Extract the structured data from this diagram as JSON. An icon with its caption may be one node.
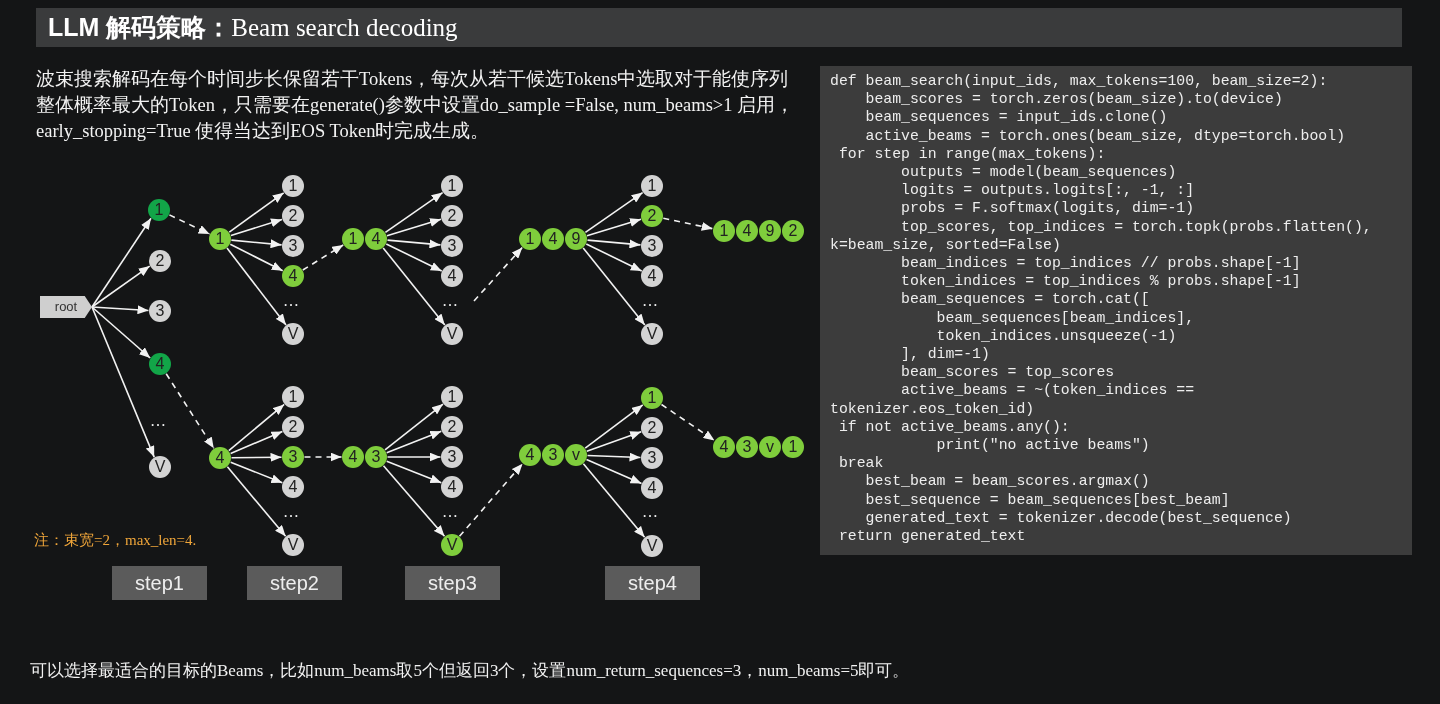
{
  "diagram": {
    "title": "**LLM 解码策略：**Beam search decoding",
    "nodes": [
      {
        "text": [
          "root"
        ]
      },
      {
        "text": [
          "1"
        ]
      },
      {
        "text": [
          "2"
        ]
      },
      {
        "text": [
          "3"
        ]
      },
      {
        "text": [
          "4"
        ]
      },
      {
        "text": [
          "V"
        ]
      },
      {
        "text": [
          "1"
        ]
      },
      {
        "text": [
          "1"
        ]
      },
      {
        "text": [
          "2"
        ]
      },
      {
        "text": [
          "3"
        ]
      },
      {
        "text": [
          "4"
        ]
      },
      {
        "text": [
          "V"
        ]
      },
      {
        "text": [
          "1",
          "4"
        ]
      },
      {
        "text": [
          "1"
        ]
      },
      {
        "text": [
          "2"
        ]
      },
      {
        "text": [
          "3"
        ]
      },
      {
        "text": [
          "4"
        ]
      },
      {
        "text": [
          "V"
        ]
      },
      {
        "text": [
          "1",
          "4",
          "9"
        ]
      },
      {
        "text": [
          "1"
        ]
      },
      {
        "text": [
          "2"
        ]
      },
      {
        "text": [
          "3"
        ]
      },
      {
        "text": [
          "4"
        ]
      },
      {
        "text": [
          "V"
        ]
      },
      {
        "text": [
          "1",
          "4",
          "9",
          "2"
        ]
      },
      {
        "text": [
          "4"
        ]
      },
      {
        "text": [
          "1"
        ]
      },
      {
        "text": [
          "2"
        ]
      },
      {
        "text": [
          "3"
        ]
      },
      {
        "text": [
          "4"
        ]
      },
      {
        "text": [
          "V"
        ]
      },
      {
        "text": [
          "4",
          "3"
        ]
      },
      {
        "text": [
          "1"
        ]
      },
      {
        "text": [
          "2"
        ]
      },
      {
        "text": [
          "3"
        ]
      },
      {
        "text": [
          "4"
        ]
      },
      {
        "text": [
          "V"
        ]
      },
      {
        "text": [
          "4",
          "3",
          "v"
        ]
      },
      {
        "text": [
          "1"
        ]
      },
      {
        "text": [
          "2"
        ]
      },
      {
        "text": [
          "3"
        ]
      },
      {
        "text": [
          "4"
        ]
      },
      {
        "text": [
          "V"
        ]
      },
      {
        "text": [
          "4",
          "3",
          "v",
          "1"
        ]
      },
      {
        "text": [
          "step1"
        ]
      },
      {
        "text": [
          "step2"
        ]
      },
      {
        "text": [
          "step3"
        ]
      },
      {
        "text": [
          "step4"
        ]
      },
      {
        "text": [
          "def beam_search(input_ids, max_tokens=100, beam_size=2):",
          "beam_scores = torch.zeros(beam_size).to(device)",
          "beam_sequences = input_ids.clone()",
          "active_beams = torch.ones(beam_size, dtype=torch.bool)",
          "for step in range(max_tokens):",
          "outputs = model(beam_sequences)",
          "logits = outputs.logits[:, -1, :]",
          "probs = F.softmax(logits, dim=-1)",
          "top_scores, top_indices = torch.topk(probs.flatten(), k=beam_size, sorted=False)",
          "beam_indices = top_indices // probs.shape[-1]",
          "token_indices = top_indices % probs.shape[-1]",
          "beam_sequences = torch.cat([",
          "beam_sequences[beam_indices],",
          "token_indices.unsqueeze(-1)",
          "], dim=-1)",
          "beam_scores = top_scores",
          "active_beams = ~(token_indices == tokenizer.eos_token_id)",
          "if not active_beams.any():",
          "print(\"no active beams\")",
          "break",
          "best_beam = beam_scores.argmax()",
          "best_sequence = beam_sequences[best_beam]",
          "generated_text = tokenizer.decode(best_sequence)",
          "return generated_text"
        ]
      }
    ],
    "edges": [
      {
        "from": 0,
        "to": 1,
        "arrow": "to"
      },
      {
        "from": 0,
        "to": 2,
        "arrow": "to"
      },
      {
        "from": 0,
        "to": 3,
        "arrow": "to"
      },
      {
        "from": 0,
        "to": 4,
        "arrow": "to"
      },
      {
        "from": 0,
        "to": 5,
        "arrow": "to"
      },
      {
        "from": 1,
        "to": 6,
        "arrow": "to",
        "style": "dashed"
      },
      {
        "from": 4,
        "to": 25,
        "arrow": "to",
        "style": "dashed"
      },
      {
        "from": 6,
        "to": 7,
        "arrow": "to"
      },
      {
        "from": 6,
        "to": 8,
        "arrow": "to"
      },
      {
        "from": 6,
        "to": 9,
        "arrow": "to"
      },
      {
        "from": 6,
        "to": 10,
        "arrow": "to"
      },
      {
        "from": 6,
        "to": 11,
        "arrow": "to"
      },
      {
        "from": 10,
        "to": 12,
        "arrow": "to",
        "style": "dashed"
      },
      {
        "from": 12,
        "to": 13,
        "arrow": "to"
      },
      {
        "from": 12,
        "to": 14,
        "arrow": "to"
      },
      {
        "from": 12,
        "to": 15,
        "arrow": "to"
      },
      {
        "from": 12,
        "to": 16,
        "arrow": "to"
      },
      {
        "from": 12,
        "to": 17,
        "arrow": "to"
      },
      {
        "from": null,
        "to": 18,
        "arrow": "to",
        "style": "dashed"
      },
      {
        "from": 18,
        "to": 19,
        "arrow": "to"
      },
      {
        "from": 18,
        "to": 20,
        "arrow": "to"
      },
      {
        "from": 18,
        "to": 21,
        "arrow": "to"
      },
      {
        "from": 18,
        "to": 22,
        "arrow": "to"
      },
      {
        "from": 18,
        "to": 23,
        "arrow": "to"
      },
      {
        "from": 20,
        "to": 24,
        "arrow": "to",
        "style": "dashed"
      },
      {
        "from": 25,
        "to": 26,
        "arrow": "to"
      },
      {
        "from": 25,
        "to": 27,
        "arrow": "to"
      },
      {
        "from": 25,
        "to": 28,
        "arrow": "to"
      },
      {
        "from": 25,
        "to": 29,
        "arrow": "to"
      },
      {
        "from": 25,
        "to": 30,
        "arrow": "to"
      },
      {
        "from": 28,
        "to": 31,
        "arrow": "to",
        "style": "dashed"
      },
      {
        "from": 31,
        "to": 32,
        "arrow": "to"
      },
      {
        "from": 31,
        "to": 33,
        "arrow": "to"
      },
      {
        "from": 31,
        "to": 34,
        "arrow": "to"
      },
      {
        "from": 31,
        "to": 35,
        "arrow": "to"
      },
      {
        "from": 31,
        "to": 36,
        "arrow": "to"
      },
      {
        "from": 36,
        "to": 37,
        "arrow": "to",
        "style": "dashed"
      },
      {
        "from": 37,
        "to": 38,
        "arrow": "to"
      },
      {
        "from": 37,
        "to": 39,
        "arrow": "to"
      },
      {
        "from": 37,
        "to": 40,
        "arrow": "to"
      },
      {
        "from": 37,
        "to": 41,
        "arrow": "to"
      },
      {
        "from": 37,
        "to": 42,
        "arrow": "to"
      },
      {
        "from": 38,
        "to": 43,
        "arrow": "to",
        "style": "dashed"
      }
    ],
    "labels": [
      "波束搜索解码在每个时间步长保留若干Tokens，每次从若干候选Tokens中选取对于能使序列整体概率最大的Token，只需要在generate()参数中设置do_sample =False, num_beams>1 启用，early_stopping=True 使得当达到EOS Token时完成生成。",
      "…",
      "…",
      "…",
      "…",
      "…",
      "…",
      "…",
      "注：束宽=2，max_len=4.",
      "可以选择最适合的目标的Beams，比如num_beams取5个但返回3个，设置num_return_sequences=3，num_beams=5即可。"
    ]
  }
}
